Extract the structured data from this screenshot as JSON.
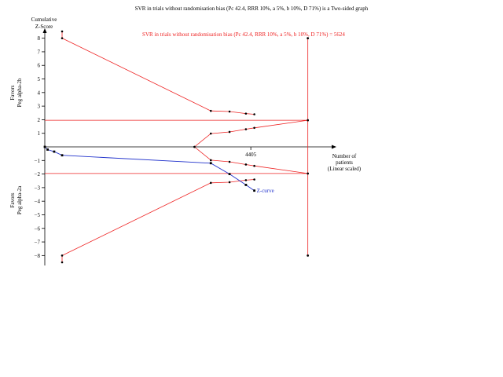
{
  "chart_data": {
    "type": "line",
    "title": "SVR in trials without randomisation bias (Pc 42.4, RRR 10%, a 5%, b 10%, D 71%) is a Two-sided graph",
    "annotation": "SVR in trials without randomisation bias (Pc 42.4, RRR 10%, a 5%, b 10%, D 71%) = 5624",
    "ylabel_lines": [
      "Cumulative",
      "Z-Score"
    ],
    "xlabel_lines": [
      "Number of",
      "patients",
      "(Linear scaled)"
    ],
    "upper_side_label_lines": [
      "Favors",
      "Peg alpha-2b"
    ],
    "lower_side_label_lines": [
      "Favors",
      "Peg alpha-2a"
    ],
    "x_tick_label": "4405",
    "x_tick_value": 4405,
    "required_information_size": 5624,
    "xlim": [
      0,
      6100
    ],
    "ylim": [
      -8.5,
      8.5
    ],
    "y_ticks": [
      8,
      7,
      6,
      5,
      4,
      3,
      2,
      1,
      -1,
      -2,
      -3,
      -4,
      -5,
      -6,
      -7,
      -8
    ],
    "y_tick_labels": [
      "8",
      "7",
      "6",
      "5",
      "4",
      "3",
      "2",
      "1",
      "−1",
      "−2",
      "−3",
      "−4",
      "−5",
      "−6",
      "−7",
      "−8"
    ],
    "colors": {
      "boundary": "#ee2222",
      "zcurve": "#2233cc",
      "axis": "#000000",
      "marker": "#000000"
    },
    "series": [
      {
        "role": "upper-monitoring-boundary",
        "color": "#ee2222",
        "points": [
          [
            370,
            8.5
          ],
          [
            370,
            8.0
          ],
          [
            3550,
            2.65
          ],
          [
            3950,
            2.6
          ],
          [
            4300,
            2.45
          ],
          [
            4480,
            2.4
          ]
        ]
      },
      {
        "role": "lower-monitoring-boundary",
        "color": "#ee2222",
        "points": [
          [
            370,
            -8.5
          ],
          [
            370,
            -8.0
          ],
          [
            3550,
            -2.65
          ],
          [
            3950,
            -2.6
          ],
          [
            4300,
            -2.45
          ],
          [
            4480,
            -2.4
          ]
        ]
      },
      {
        "role": "upper-futility-boundary",
        "color": "#ee2222",
        "points": [
          [
            3200,
            0
          ],
          [
            3550,
            0.98
          ],
          [
            3950,
            1.1
          ],
          [
            4300,
            1.3
          ],
          [
            4480,
            1.4
          ],
          [
            5624,
            1.96
          ]
        ]
      },
      {
        "role": "lower-futility-boundary",
        "color": "#ee2222",
        "points": [
          [
            3200,
            0
          ],
          [
            3550,
            -0.98
          ],
          [
            3950,
            -1.1
          ],
          [
            4300,
            -1.3
          ],
          [
            4480,
            -1.4
          ],
          [
            5624,
            -1.96
          ]
        ]
      },
      {
        "role": "conventional-boundary-upper",
        "color": "#ee2222",
        "points": [
          [
            0,
            1.96
          ],
          [
            5624,
            1.96
          ]
        ]
      },
      {
        "role": "conventional-boundary-lower",
        "color": "#ee2222",
        "points": [
          [
            0,
            -1.96
          ],
          [
            5624,
            -1.96
          ]
        ]
      },
      {
        "role": "z-curve",
        "name": "Z-curve",
        "color": "#2233cc",
        "points": [
          [
            0,
            0
          ],
          [
            60,
            -0.2
          ],
          [
            200,
            -0.35
          ],
          [
            370,
            -0.62
          ],
          [
            3550,
            -1.2
          ],
          [
            3950,
            -2.0
          ],
          [
            4300,
            -2.8
          ],
          [
            4480,
            -3.22
          ]
        ]
      }
    ]
  }
}
